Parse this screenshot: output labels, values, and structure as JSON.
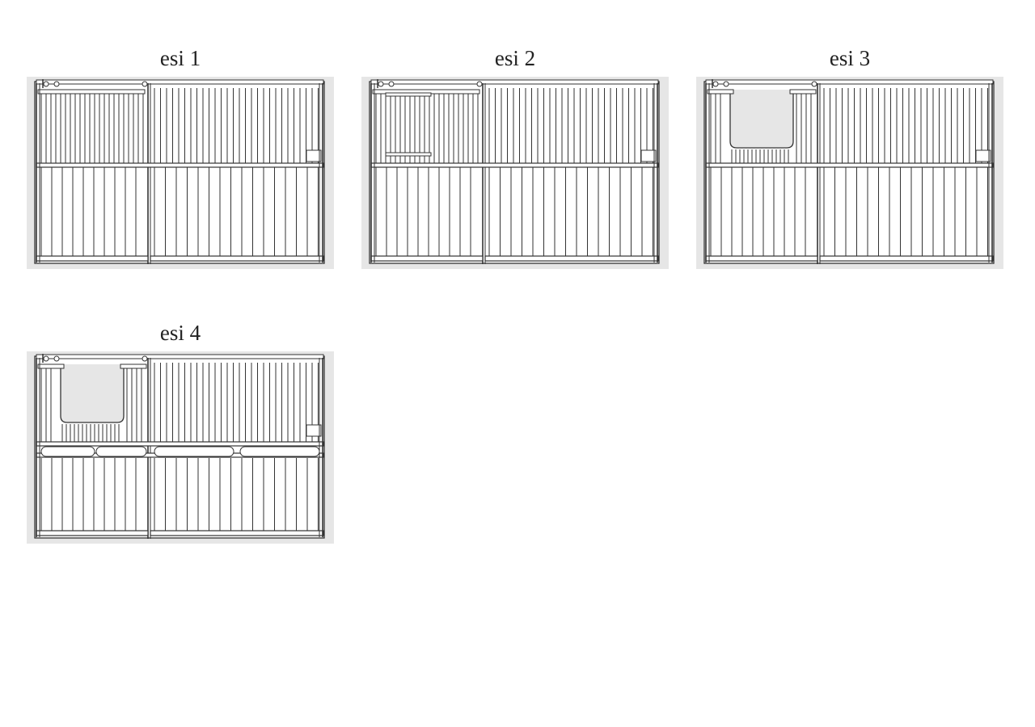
{
  "items": [
    {
      "label": "esi 1",
      "variant": "bars"
    },
    {
      "label": "esi 2",
      "variant": "bars-window"
    },
    {
      "label": "esi 3",
      "variant": "feeder"
    },
    {
      "label": "esi 4",
      "variant": "feeder-rail"
    }
  ],
  "colors": {
    "panel_bg": "#e6e6e6",
    "line": "#333333"
  }
}
